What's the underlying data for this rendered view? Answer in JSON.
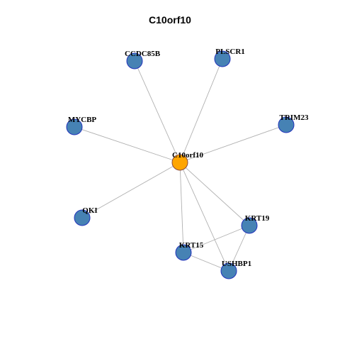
{
  "title": "C10orf10",
  "nodes": [
    {
      "id": "C10orf10",
      "label": "C10orf10",
      "color": "#ffa500",
      "stroke": "#8b4a3a"
    },
    {
      "id": "CCDC85B",
      "label": "CCDC85B",
      "color": "#4682b4",
      "stroke": "#2233bb"
    },
    {
      "id": "PLSCR1",
      "label": "PLSCR1",
      "color": "#4682b4",
      "stroke": "#2233bb"
    },
    {
      "id": "MYCBP",
      "label": "MYCBP",
      "color": "#4682b4",
      "stroke": "#2233bb"
    },
    {
      "id": "TRIM23",
      "label": "TRIM23",
      "color": "#4682b4",
      "stroke": "#2233bb"
    },
    {
      "id": "QKI",
      "label": "QKI",
      "color": "#4682b4",
      "stroke": "#2233bb"
    },
    {
      "id": "KRT19",
      "label": "KRT19",
      "color": "#4682b4",
      "stroke": "#2233bb"
    },
    {
      "id": "KRT15",
      "label": "KRT15",
      "color": "#4682b4",
      "stroke": "#2233bb"
    },
    {
      "id": "USHBP1",
      "label": "USHBP1",
      "color": "#4682b4",
      "stroke": "#2233bb"
    }
  ],
  "edges": [
    [
      "C10orf10",
      "CCDC85B"
    ],
    [
      "C10orf10",
      "PLSCR1"
    ],
    [
      "C10orf10",
      "MYCBP"
    ],
    [
      "C10orf10",
      "TRIM23"
    ],
    [
      "C10orf10",
      "QKI"
    ],
    [
      "C10orf10",
      "KRT19"
    ],
    [
      "C10orf10",
      "KRT15"
    ],
    [
      "C10orf10",
      "USHBP1"
    ],
    [
      "KRT19",
      "KRT15"
    ],
    [
      "KRT19",
      "USHBP1"
    ],
    [
      "KRT15",
      "USHBP1"
    ]
  ],
  "edge_color": "#b0b0b0"
}
